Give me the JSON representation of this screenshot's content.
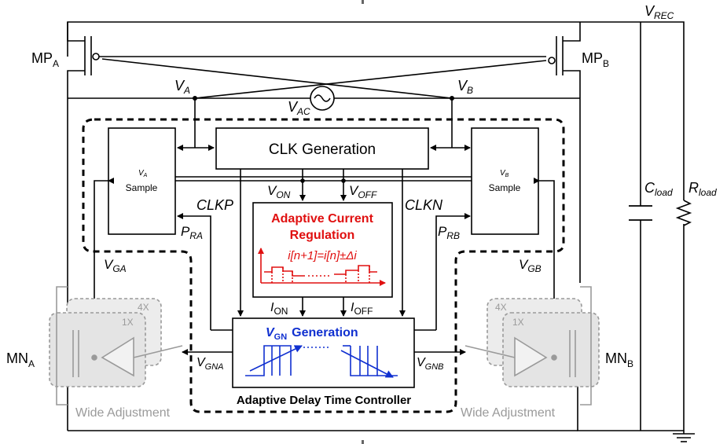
{
  "labels": {
    "vrec": "V",
    "vrec_sub": "REC",
    "mpa": "MP",
    "mpa_sub": "A",
    "mpb": "MP",
    "mpb_sub": "B",
    "va": "V",
    "va_sub": "A",
    "vb": "V",
    "vb_sub": "B",
    "vac": "V",
    "vac_sub": "AC",
    "clk_generation": "CLK Generation",
    "va_sample_v": "V",
    "va_sample_sub": "A",
    "va_sample_text": "Sample",
    "vb_sample_v": "V",
    "vb_sample_sub": "B",
    "vb_sample_text": "Sample",
    "von": "V",
    "von_sub": "ON",
    "voff": "V",
    "voff_sub": "OFF",
    "clkp": "CLKP",
    "clkn": "CLKN",
    "acr_line1": "Adaptive Current",
    "acr_line2": "Regulation",
    "acr_formula": "i[n+1]=i[n]±Δi",
    "pra": "P",
    "pra_sub": "RA",
    "prb": "P",
    "prb_sub": "RB",
    "vga": "V",
    "vga_sub": "GA",
    "vgb": "V",
    "vgb_sub": "GB",
    "ion": "I",
    "ion_sub": "ON",
    "ioff": "I",
    "ioff_sub": "OFF",
    "vgn_gen_v": "V",
    "vgn_gen_sub": "GN",
    "vgn_gen_text": "Generation",
    "vgna": "V",
    "vgna_sub": "GNA",
    "vgnb": "V",
    "vgnb_sub": "GNB",
    "adtc": "Adaptive Delay Time Controller",
    "mna": "MN",
    "mna_sub": "A",
    "mnb": "MN",
    "mnb_sub": "B",
    "x4_left": "4X",
    "x1_left": "1X",
    "x4_right": "4X",
    "x1_right": "1X",
    "wide_left": "Wide Adjustment",
    "wide_right": "Wide Adjustment",
    "cload": "C",
    "cload_sub": "load",
    "rload": "R",
    "rload_sub": "load"
  },
  "colors": {
    "wire": "#000000",
    "red": "#e01010",
    "blue": "#1030d0",
    "gray": "#9a9a9a"
  }
}
